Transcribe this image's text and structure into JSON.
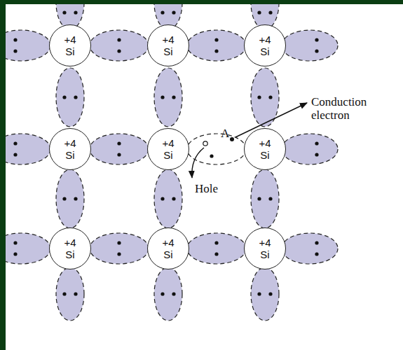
{
  "diagram": {
    "nodes": [
      {
        "text": [
          "+4",
          "Si"
        ]
      },
      {
        "text": [
          "+4",
          "Si"
        ]
      },
      {
        "text": [
          "+4",
          "Si"
        ]
      },
      {
        "text": [
          "+4",
          "Si"
        ]
      },
      {
        "text": [
          "+4",
          "Si"
        ]
      },
      {
        "text": [
          "+4",
          "Si"
        ]
      },
      {
        "text": [
          "+4",
          "Si"
        ]
      },
      {
        "text": [
          "+4",
          "Si"
        ]
      },
      {
        "text": [
          "+4",
          "Si"
        ]
      }
    ],
    "labels": [
      "A",
      "Conduction electron",
      "Hole"
    ]
  }
}
